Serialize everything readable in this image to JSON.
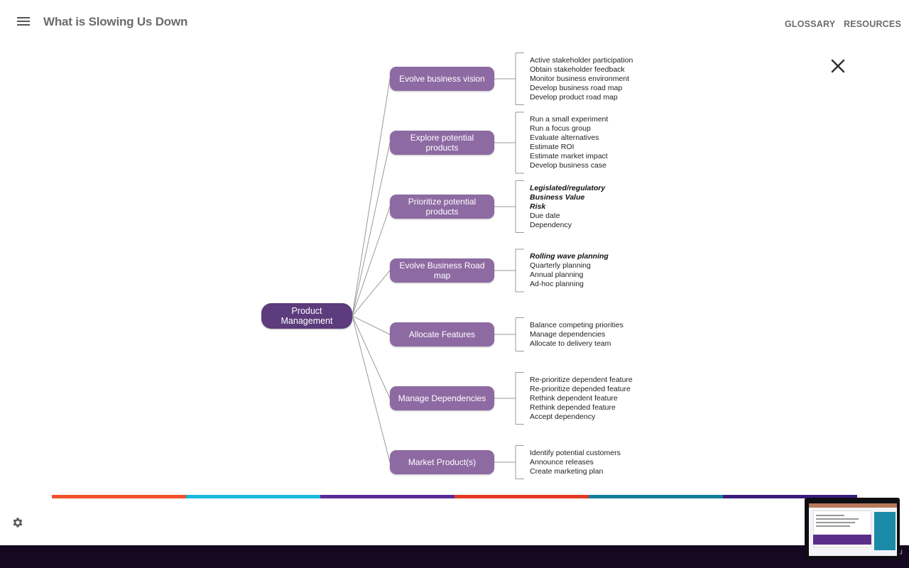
{
  "header": {
    "title": "What is Slowing Us Down",
    "nav": {
      "glossary": "GLOSSARY",
      "resources": "RESOURCES"
    }
  },
  "mindmap": {
    "root": "Product Management",
    "branches": [
      {
        "label": "Evolve business vision",
        "items": [
          {
            "text": "Active stakeholder participation"
          },
          {
            "text": "Obtain stakeholder feedback"
          },
          {
            "text": "Monitor business environment"
          },
          {
            "text": "Develop business road map"
          },
          {
            "text": "Develop product road map"
          }
        ]
      },
      {
        "label": "Explore potential products",
        "items": [
          {
            "text": "Run a small experiment"
          },
          {
            "text": "Run a focus group"
          },
          {
            "text": "Evaluate alternatives"
          },
          {
            "text": "Estimate ROI"
          },
          {
            "text": "Estimate market impact"
          },
          {
            "text": "Develop business case"
          }
        ]
      },
      {
        "label": "Prioritize potential products",
        "items": [
          {
            "text": "Legislated/regulatory",
            "bold": true
          },
          {
            "text": "Business Value",
            "bold": true
          },
          {
            "text": "Risk",
            "bold": true
          },
          {
            "text": "Due date"
          },
          {
            "text": "Dependency"
          }
        ]
      },
      {
        "label": "Evolve Business Road map",
        "items": [
          {
            "text": "Rolling wave planning",
            "bold": true
          },
          {
            "text": "Quarterly planning"
          },
          {
            "text": "Annual planning"
          },
          {
            "text": "Ad-hoc planning"
          }
        ]
      },
      {
        "label": "Allocate Features",
        "items": [
          {
            "text": "Balance competing priorities"
          },
          {
            "text": "Manage dependencies"
          },
          {
            "text": "Allocate to delivery team"
          }
        ]
      },
      {
        "label": "Manage Dependencies",
        "items": [
          {
            "text": "Re-prioritize dependent feature"
          },
          {
            "text": "Re-prioritize depended feature"
          },
          {
            "text": "Rethink dependent feature"
          },
          {
            "text": "Rethink depended feature"
          },
          {
            "text": "Accept dependency"
          }
        ]
      },
      {
        "label": "Market Product(s)",
        "items": [
          {
            "text": "Identify potential customers"
          },
          {
            "text": "Announce releases"
          },
          {
            "text": "Create marketing plan"
          }
        ]
      }
    ]
  },
  "colors": {
    "node": "#8e6aa3",
    "root": "#5c3c7c",
    "bar": [
      "#f0522a",
      "#1ab8dc",
      "#5a2a96",
      "#e53a24",
      "#117e9a",
      "#3a1c7e"
    ],
    "footer": "#150820"
  },
  "icons": {
    "menu": "hamburger-icon",
    "close": "close-icon",
    "settings": "gear-icon"
  }
}
